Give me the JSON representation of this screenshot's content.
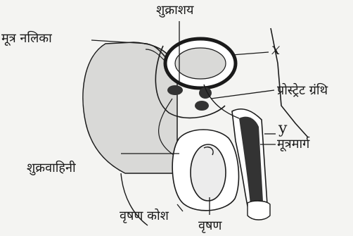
{
  "labels": {
    "seminal_vesicle": "शुक्राशय",
    "ureter": "मूत्र नलिका",
    "x": "x",
    "prostate_gland": "प्रोस्ट्रेट ग्रंथि",
    "y": "y",
    "urethra": "मूत्रमार्ग",
    "vas_deferens": "शुक्रवाहिनी",
    "scrotum": "वृषण कोश",
    "testis": "वृषण"
  },
  "colors": {
    "ink": "#1a1a1a",
    "body_fill": "#d9d9d7",
    "background": "#f4f4f2",
    "dark_fill": "#333333",
    "light_fill": "#ececec"
  }
}
